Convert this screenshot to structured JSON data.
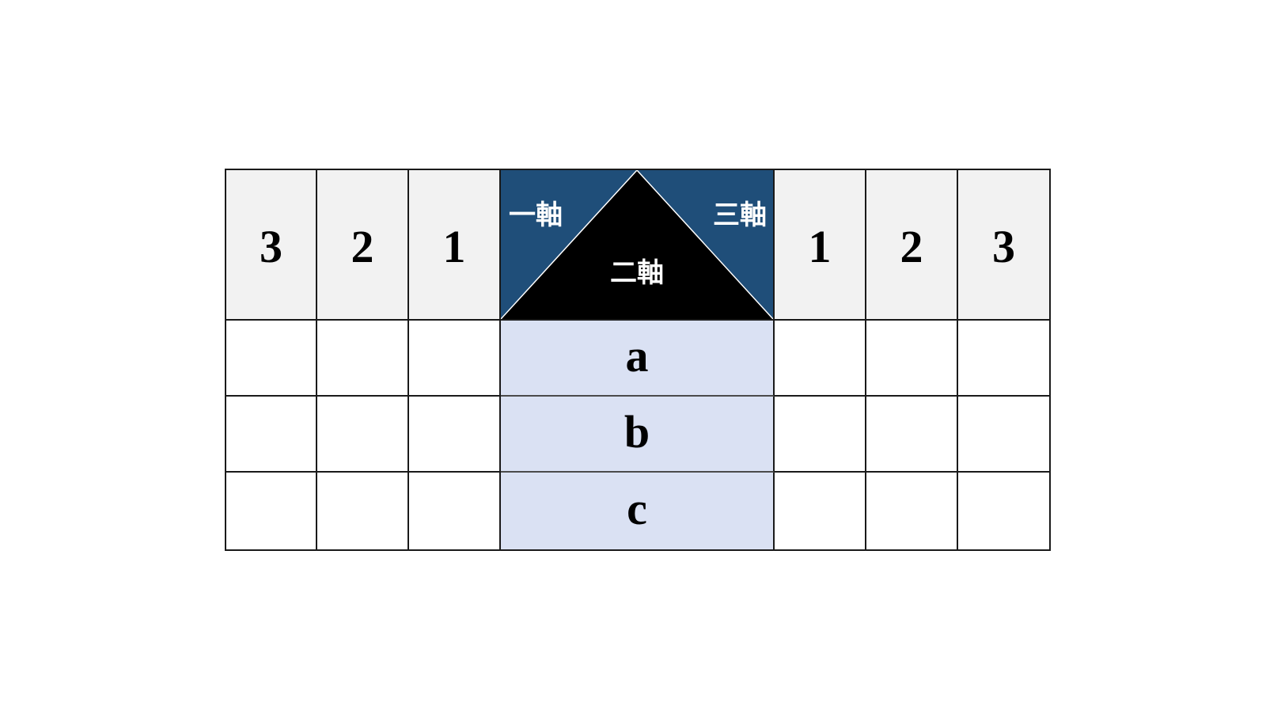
{
  "header": {
    "left_numbers": [
      "3",
      "2",
      "1"
    ],
    "right_numbers": [
      "1",
      "2",
      "3"
    ],
    "axes": {
      "axis_one": "一軸",
      "axis_two": "二軸",
      "axis_three": "三軸"
    }
  },
  "rows": [
    "a",
    "b",
    "c"
  ],
  "colors": {
    "header_bg": "#f2f2f2",
    "axis_panel": "#1f4e79",
    "triangle": "#000000",
    "center_column": "#dae1f3",
    "grid_line": "#1a1a1a",
    "label_text": "#ffffff"
  }
}
